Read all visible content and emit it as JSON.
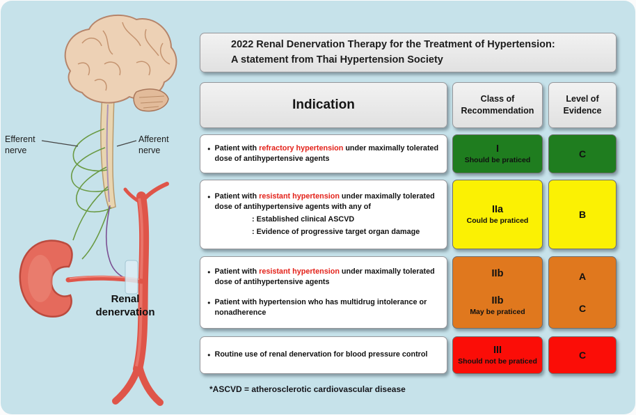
{
  "colors": {
    "background": "#c6e2ea",
    "highlight_red": "#e32119",
    "green": "#1f7d1f",
    "yellow": "#fbf103",
    "orange": "#e0781e",
    "red": "#fb0d07"
  },
  "title": {
    "line1": "2022 Renal Denervation Therapy for the Treatment of Hypertension:",
    "line2": "A statement from Thai Hypertension Society"
  },
  "headers": {
    "indication": "Indication",
    "class_line1": "Class of",
    "class_line2": "Recommendation",
    "evidence_line1": "Level of",
    "evidence_line2": "Evidence"
  },
  "rows": [
    {
      "indication": [
        {
          "bullet": true,
          "segments": [
            {
              "text": "Patient with "
            },
            {
              "text": "refractory hypertension",
              "red": true
            },
            {
              "text": " under maximally tolerated dose of antihypertensive agents"
            }
          ]
        }
      ],
      "class": {
        "color": "#1f7d1f",
        "groups": [
          [
            {
              "text": "I",
              "big": true
            },
            {
              "text": "Should be praticed"
            }
          ]
        ]
      },
      "evidence": {
        "color": "#1f7d1f",
        "letters": [
          "C"
        ]
      }
    },
    {
      "indication": [
        {
          "bullet": true,
          "segments": [
            {
              "text": "Patient with "
            },
            {
              "text": "resistant hypertension",
              "red": true
            },
            {
              "text": " under maximally tolerated dose of antihypertensive agents with any of"
            }
          ]
        },
        {
          "indent": true,
          "segments": [
            {
              "text": ": Established clinical ASCVD"
            }
          ]
        },
        {
          "indent": true,
          "segments": [
            {
              "text": ": Evidence of progressive target organ damage"
            }
          ]
        }
      ],
      "class": {
        "color": "#fbf103",
        "groups": [
          [
            {
              "text": "IIa",
              "big": true
            },
            {
              "text": "Could be praticed"
            }
          ]
        ]
      },
      "evidence": {
        "color": "#fbf103",
        "letters": [
          "B"
        ]
      }
    },
    {
      "indication": [
        {
          "bullet": true,
          "segments": [
            {
              "text": "Patient with "
            },
            {
              "text": "resistant hypertension",
              "red": true
            },
            {
              "text": " under maximally tolerated dose of antihypertensive agents"
            }
          ]
        },
        {
          "bullet": true,
          "spaced": true,
          "segments": [
            {
              "text": "Patient with hypertension who has multidrug intolerance or nonadherence"
            }
          ]
        }
      ],
      "class": {
        "color": "#e0781e",
        "groups": [
          [
            {
              "text": "IIb",
              "big": true
            }
          ],
          [
            {
              "text": "IIb",
              "big": true
            },
            {
              "text": "May be praticed"
            }
          ]
        ]
      },
      "evidence": {
        "color": "#e0781e",
        "letters": [
          "A",
          "C"
        ]
      }
    },
    {
      "indication": [
        {
          "bullet": true,
          "segments": [
            {
              "text": "Routine use of renal denervation for blood pressure control"
            }
          ]
        }
      ],
      "class": {
        "color": "#fb0d07",
        "groups": [
          [
            {
              "text": "III",
              "big": true
            },
            {
              "text": "Should not be praticed"
            }
          ]
        ]
      },
      "evidence": {
        "color": "#fb0d07",
        "letters": [
          "C"
        ]
      }
    }
  ],
  "footnote": "*ASCVD = atherosclerotic cardiovascular disease",
  "illustration": {
    "labels": {
      "efferent_line1": "Efferent",
      "efferent_line2": "nerve",
      "afferent_line1": "Afferent",
      "afferent_line2": "nerve",
      "renal_line1": "Renal",
      "renal_line2": "denervation"
    }
  }
}
